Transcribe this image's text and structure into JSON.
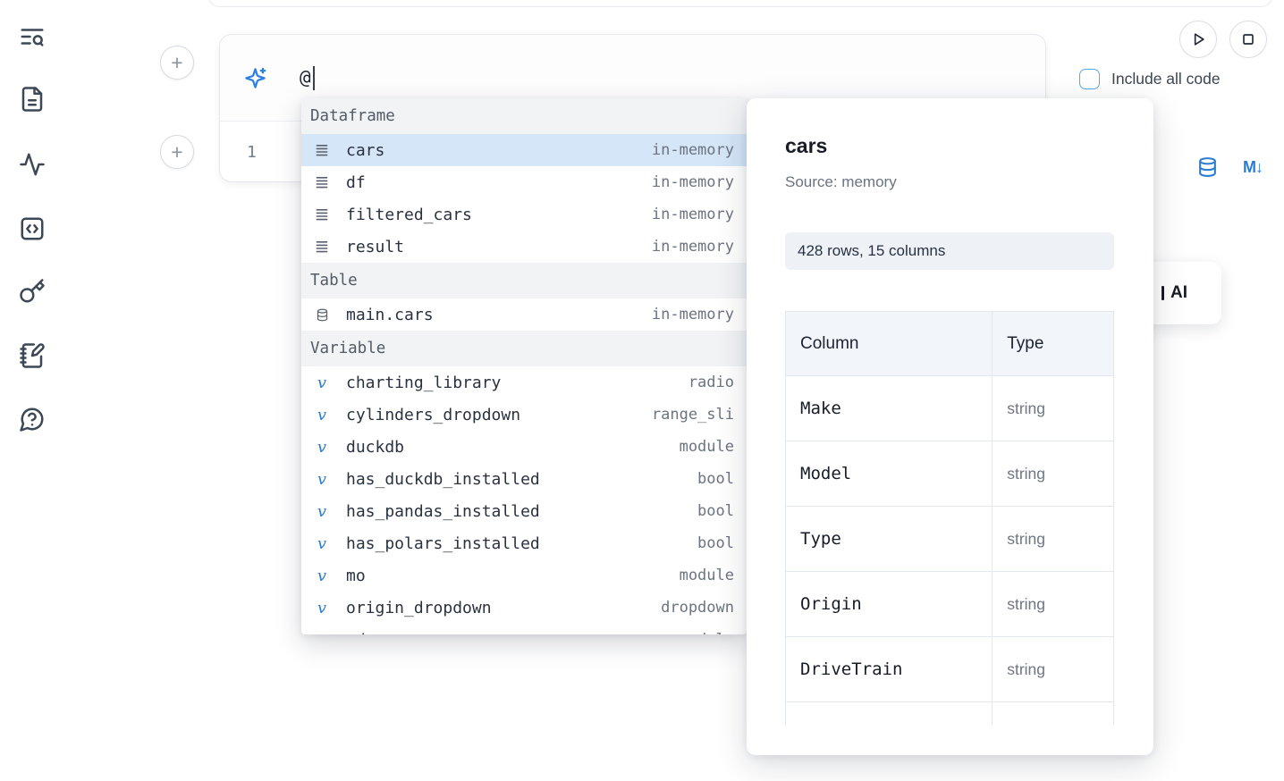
{
  "colors": {
    "accent_blue": "#2b7dd1",
    "selection_bg": "#d5e6f8",
    "section_header_bg": "#f1f3f5",
    "badge_bg": "#eef2f7",
    "checkbox_border": "#5ba7f2"
  },
  "icons": {
    "plus_glyph": "+",
    "variable_glyph": "v",
    "markdown_glyph": "M↓"
  },
  "sidebar": {
    "items": [
      {
        "name": "table-of-contents-search"
      },
      {
        "name": "files"
      },
      {
        "name": "activity"
      },
      {
        "name": "snippets"
      },
      {
        "name": "secrets"
      },
      {
        "name": "scratchpad"
      },
      {
        "name": "help"
      }
    ]
  },
  "ai_prompt": {
    "value": "@"
  },
  "cell_toolbar": {
    "include_all_code_label": "Include all code"
  },
  "code_cell": {
    "line_number": "1"
  },
  "autocomplete": {
    "sections": [
      {
        "label": "Dataframe",
        "items": [
          {
            "name": "cars",
            "detail": "in-memory",
            "selected": true
          },
          {
            "name": "df",
            "detail": "in-memory",
            "selected": false
          },
          {
            "name": "filtered_cars",
            "detail": "in-memory",
            "selected": false
          },
          {
            "name": "result",
            "detail": "in-memory",
            "selected": false
          }
        ]
      },
      {
        "label": "Table",
        "items": [
          {
            "name": "main.cars",
            "detail": "in-memory",
            "selected": false
          }
        ]
      },
      {
        "label": "Variable",
        "items": [
          {
            "name": "charting_library",
            "detail": "radio",
            "selected": false
          },
          {
            "name": "cylinders_dropdown",
            "detail": "range_sli",
            "selected": false
          },
          {
            "name": "duckdb",
            "detail": "module",
            "selected": false
          },
          {
            "name": "has_duckdb_installed",
            "detail": "bool",
            "selected": false
          },
          {
            "name": "has_pandas_installed",
            "detail": "bool",
            "selected": false
          },
          {
            "name": "has_polars_installed",
            "detail": "bool",
            "selected": false
          },
          {
            "name": "mo",
            "detail": "module",
            "selected": false
          },
          {
            "name": "origin_dropdown",
            "detail": "dropdown",
            "selected": false
          },
          {
            "name": "pd",
            "detail": "module",
            "selected": false
          }
        ]
      }
    ]
  },
  "preview": {
    "title": "cars",
    "source": "Source: memory",
    "shape": "428 rows, 15 columns",
    "table": {
      "headers": [
        "Column",
        "Type"
      ],
      "rows": [
        {
          "column": "Make",
          "type": "string"
        },
        {
          "column": "Model",
          "type": "string"
        },
        {
          "column": "Type",
          "type": "string"
        },
        {
          "column": "Origin",
          "type": "string"
        },
        {
          "column": "DriveTrain",
          "type": "string"
        }
      ]
    }
  },
  "ai_button_fragment": {
    "label": "AI"
  }
}
